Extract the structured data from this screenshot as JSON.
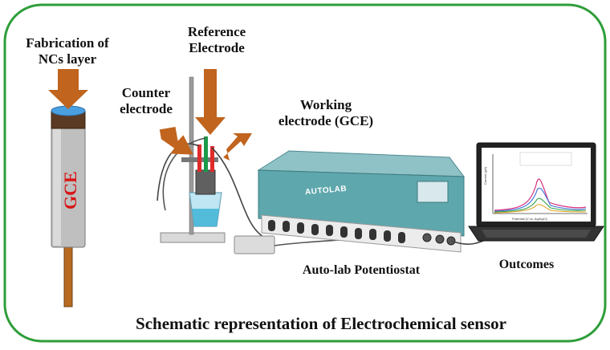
{
  "labels": {
    "fabrication": "Fabrication of\nNCs layer",
    "reference": "Reference\nElectrode",
    "counter": "Counter\nelectrode",
    "working": "Working\nelectrode (GCE)",
    "potentiostat": "Auto-lab Potentiostat",
    "outcomes": "Outcomes",
    "title": "Schematic representation of  Electrochemical sensor"
  },
  "electrode": {
    "label": "GCE"
  },
  "instrument": {
    "brand": "AUTOLAB"
  },
  "laptop": {
    "xlabel": "Potential (V vs. Ag/AgCl)",
    "ylabel": "Current (µA)"
  },
  "colors": {
    "frame": "#2e9e3a",
    "arrow": "#c0641e",
    "gce_text": "#d91414",
    "cabinet": "#5ea7ad"
  }
}
